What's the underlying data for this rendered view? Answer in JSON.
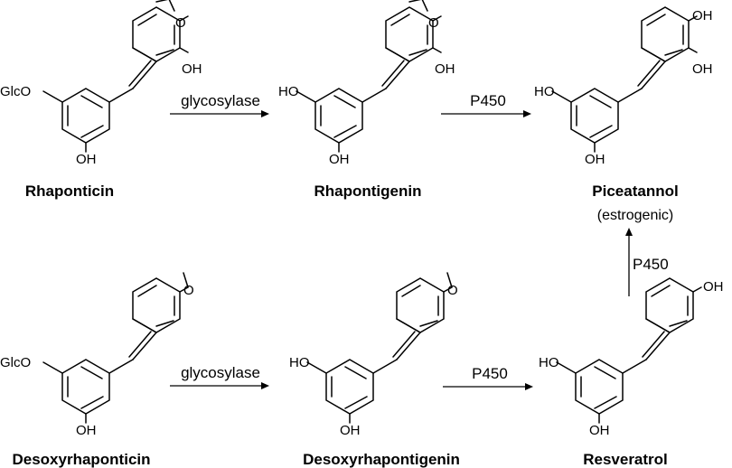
{
  "compounds": {
    "rhaponticin": {
      "name": "Rhaponticin",
      "left_sub": "GlcO",
      "bottom_sub": "OH",
      "ring_sub": "OH",
      "ring_top": "O"
    },
    "rhapontigenin": {
      "name": "Rhapontigenin",
      "left_sub": "HO",
      "bottom_sub": "OH",
      "ring_sub": "OH",
      "ring_top": "O"
    },
    "piceatannol": {
      "name": "Piceatannol",
      "note": "(estrogenic)",
      "left_sub": "HO",
      "bottom_sub": "OH",
      "ring_sub": "OH",
      "ring_top": "OH"
    },
    "desoxyrhaponticin": {
      "name": "Desoxyrhaponticin",
      "left_sub": "GlcO",
      "bottom_sub": "OH",
      "ring_para": "O"
    },
    "desoxyrhapontigenin": {
      "name": "Desoxyrhapontigenin",
      "left_sub": "HO",
      "bottom_sub": "OH",
      "ring_para": "O"
    },
    "resveratrol": {
      "name": "Resveratrol",
      "left_sub": "HO",
      "bottom_sub": "OH",
      "ring_para": "OH"
    }
  },
  "arrows": {
    "top_glycosylase": "glycosylase",
    "top_p450": "P450",
    "bottom_glycosylase": "glycosylase",
    "bottom_p450": "P450",
    "vertical_p450": "P450"
  }
}
